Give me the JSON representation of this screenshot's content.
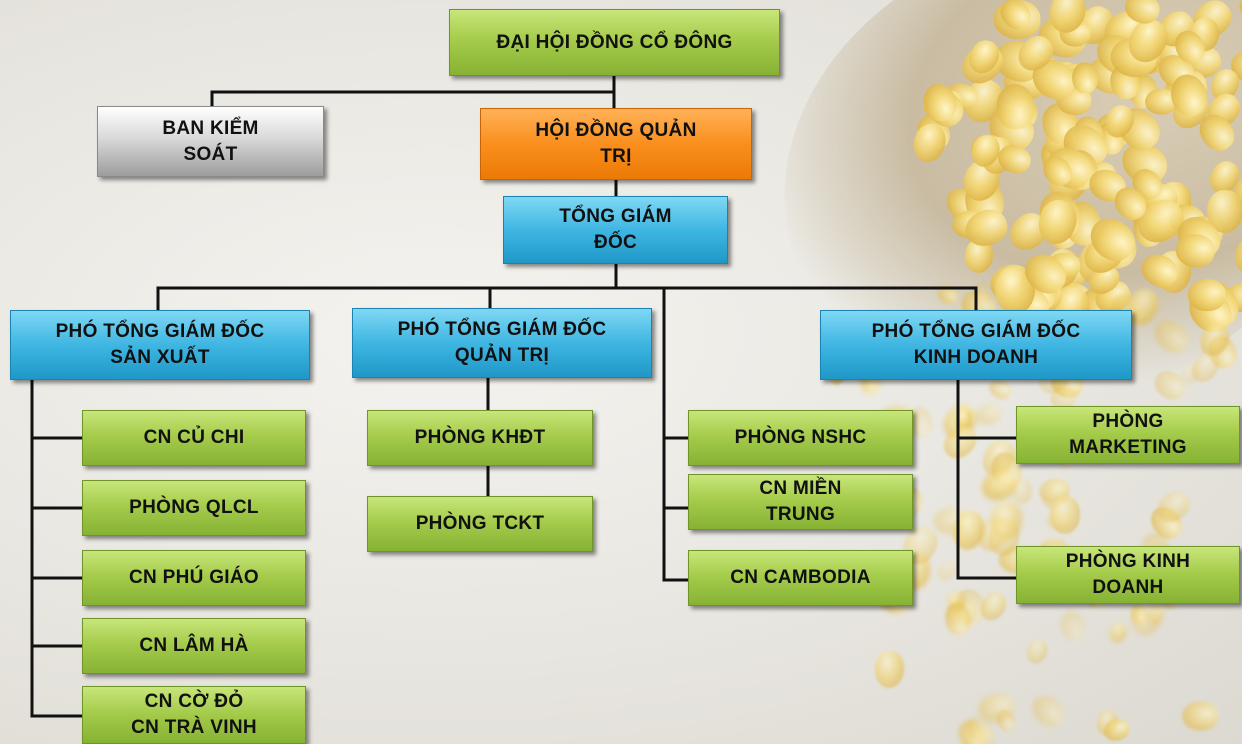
{
  "nodes": {
    "shareholders": [
      "ĐẠI HỘI ĐỒNG CỔ ĐÔNG"
    ],
    "supervisory": [
      "BAN KIỂM",
      "SOÁT"
    ],
    "board": [
      "HỘI ĐỒNG QUẢN",
      "TRỊ"
    ],
    "ceo": [
      "TỔNG GIÁM",
      "ĐỐC"
    ],
    "vp_production": [
      "PHÓ TỔNG GIÁM ĐỐC",
      "SẢN XUẤT"
    ],
    "vp_admin": [
      "PHÓ TỔNG GIÁM ĐỐC",
      "QUẢN TRỊ"
    ],
    "vp_business": [
      "PHÓ TỔNG GIÁM ĐỐC",
      "KINH DOANH"
    ],
    "cn_cu_chi": [
      "CN CỦ CHI"
    ],
    "phong_qlcl": [
      "PHÒNG QLCL"
    ],
    "cn_phu_giao": [
      "CN PHÚ GIÁO"
    ],
    "cn_lam_ha": [
      "CN LÂM HÀ"
    ],
    "cn_co_do_tra_vinh": [
      "CN CỜ ĐỎ",
      "CN TRÀ VINH"
    ],
    "phong_khdt": [
      "PHÒNG KHĐT"
    ],
    "phong_tckt": [
      "PHÒNG TCKT"
    ],
    "phong_nshc": [
      "PHÒNG NSHC"
    ],
    "cn_mien_trung": [
      "CN MIỀN",
      "TRUNG"
    ],
    "cn_cambodia": [
      "CN CAMBODIA"
    ],
    "phong_marketing": [
      "PHÒNG",
      "MARKETING"
    ],
    "phong_kinh_doanh": [
      "PHÒNG KINH",
      "DOANH"
    ]
  },
  "edges": [
    [
      "shareholders",
      "supervisory"
    ],
    [
      "shareholders",
      "board"
    ],
    [
      "board",
      "ceo"
    ],
    [
      "ceo",
      "vp_production"
    ],
    [
      "ceo",
      "vp_admin"
    ],
    [
      "ceo",
      "vp_business"
    ],
    [
      "ceo",
      "phong_nshc"
    ],
    [
      "ceo",
      "cn_mien_trung"
    ],
    [
      "ceo",
      "cn_cambodia"
    ],
    [
      "vp_production",
      "cn_cu_chi"
    ],
    [
      "vp_production",
      "phong_qlcl"
    ],
    [
      "vp_production",
      "cn_phu_giao"
    ],
    [
      "vp_production",
      "cn_lam_ha"
    ],
    [
      "vp_production",
      "cn_co_do_tra_vinh"
    ],
    [
      "vp_admin",
      "phong_khdt"
    ],
    [
      "phong_khdt",
      "phong_tckt"
    ],
    [
      "vp_business",
      "phong_marketing"
    ],
    [
      "vp_business",
      "phong_kinh_doanh"
    ]
  ],
  "colors": {
    "green": "#a6cc4c",
    "blue": "#3fb6e2",
    "orange": "#fa8f1d",
    "grey": "#c8c8c8",
    "connector": "#111111"
  }
}
